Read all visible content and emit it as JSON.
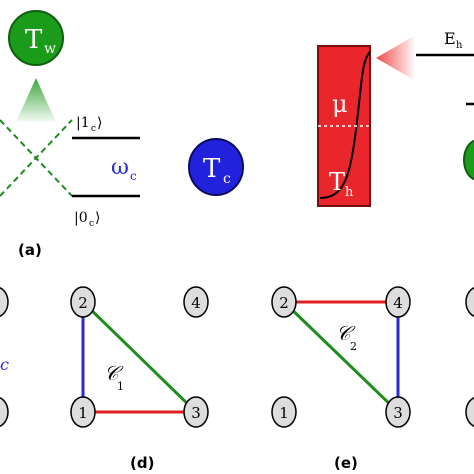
{
  "panel_a": {
    "bath_warm": {
      "symbol": "T",
      "subscript": "w"
    },
    "bath_cold": {
      "symbol": "T",
      "subscript": "c"
    },
    "level_upper": "|1",
    "level_upper_sub": "c",
    "level_lower": "|0",
    "level_lower_sub": "c",
    "frequency": "ω",
    "frequency_sub": "c",
    "label": "(a)",
    "colors": {
      "bath": "#1a9c1a",
      "cold_bath": "#2222dd",
      "arrow_green": "#3aa63a",
      "arrow_blue": "#6a6af0"
    }
  },
  "panel_b": {
    "reservoir_mu": "μ",
    "reservoir_temp": "T",
    "reservoir_temp_sub": "h",
    "energy": "E",
    "energy_sub": "h",
    "colors": {
      "reservoir": "#e8262b",
      "arrow_red": "#f04a4a"
    }
  },
  "panel_c_partial": {
    "label": "c"
  },
  "panel_d": {
    "nodes": [
      "1",
      "2",
      "3",
      "4"
    ],
    "cycle_symbol": "𝒞",
    "cycle_sub": "1",
    "label": "(d)"
  },
  "panel_e": {
    "nodes": [
      "1",
      "2",
      "3",
      "4"
    ],
    "cycle_symbol": "𝒞",
    "cycle_sub": "2",
    "label": "(e)"
  },
  "edge_colors": {
    "red": "#e02020",
    "green": "#1e8c1e",
    "blue": "#2a2ad0"
  }
}
